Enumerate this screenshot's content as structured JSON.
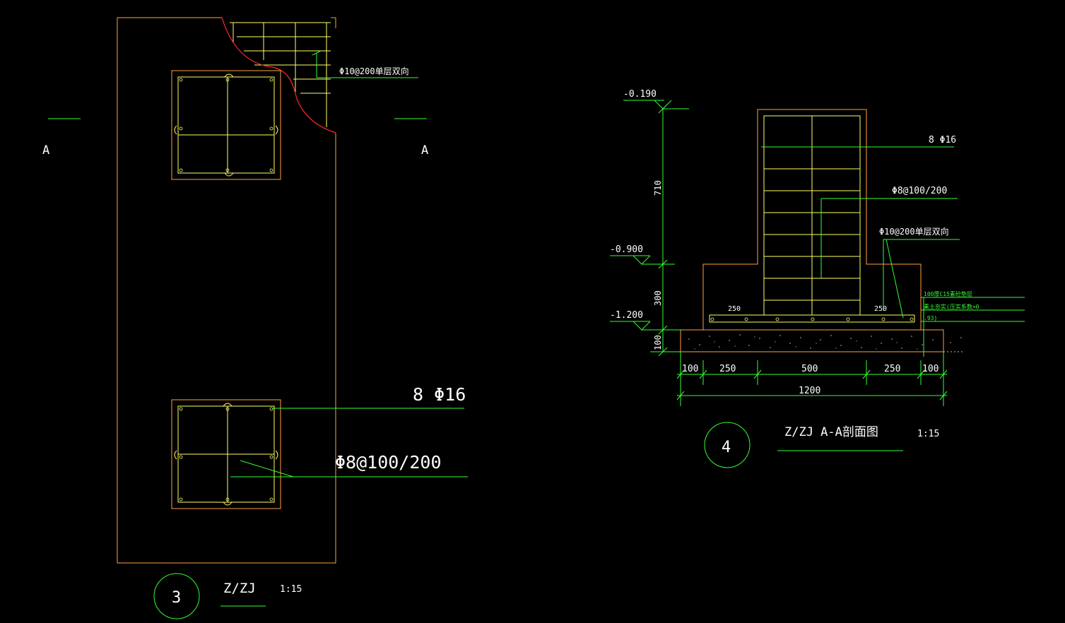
{
  "colors": {
    "background": "#000000",
    "concrete": "#ff9f40",
    "rebar": "#ffff66",
    "annotation": "#33ff33",
    "break_line": "#ff2a2a",
    "text": "#ffffff",
    "hatch": "#bbbbbb"
  },
  "plan": {
    "section_mark_left": "A",
    "section_mark_right": "A",
    "mesh_label": "Φ10@200单层双向",
    "main_bar_label": "8 Φ16",
    "stirrup_label": "Φ8@100/200",
    "detail_number": "3",
    "title": "Z/ZJ",
    "scale": "1:15"
  },
  "section": {
    "elevations": [
      "-0.190",
      "-0.900",
      "-1.200"
    ],
    "vertical_dims": [
      "710",
      "300",
      "100"
    ],
    "main_bar_label": "8 Φ16",
    "stirrup_label": "Φ8@100/200",
    "mesh_label": "Φ10@200单层双向",
    "bedding_note_1": "100厚C15素砼垫层",
    "bedding_note_2": "素土夯实(压实系数>0",
    "bedding_note_3": ".93)",
    "cover_left": "250",
    "cover_right": "250",
    "bottom_dims": [
      "100",
      "250",
      "500",
      "250",
      "100"
    ],
    "total_width": "1200",
    "detail_number": "4",
    "title": "Z/ZJ  A-A剖面图",
    "scale": "1:15"
  }
}
